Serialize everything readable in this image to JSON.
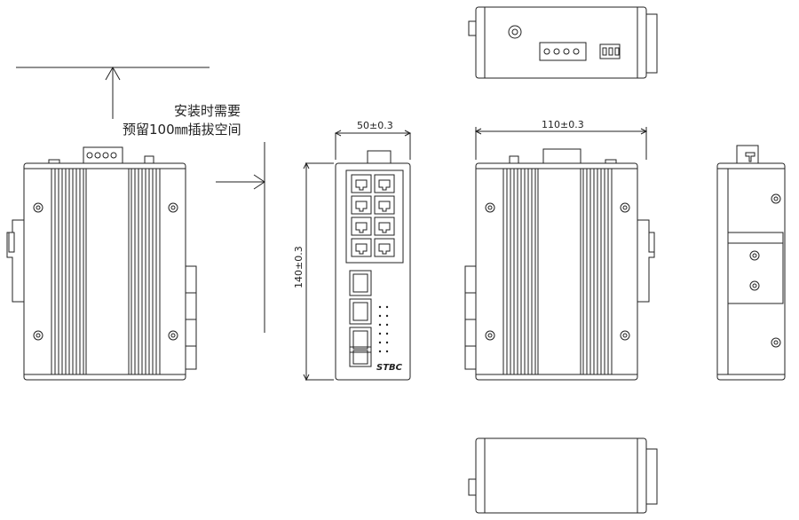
{
  "note": {
    "line1": "安装时需要",
    "line2": "预留100㎜插拔空间"
  },
  "dimensions": {
    "front_width": "50±0.3",
    "side_width": "110±0.3",
    "height": "140±0.3"
  },
  "brand": {
    "logo_text": "STBC"
  },
  "colors": {
    "line": "#222222",
    "fill": "#ffffff"
  }
}
